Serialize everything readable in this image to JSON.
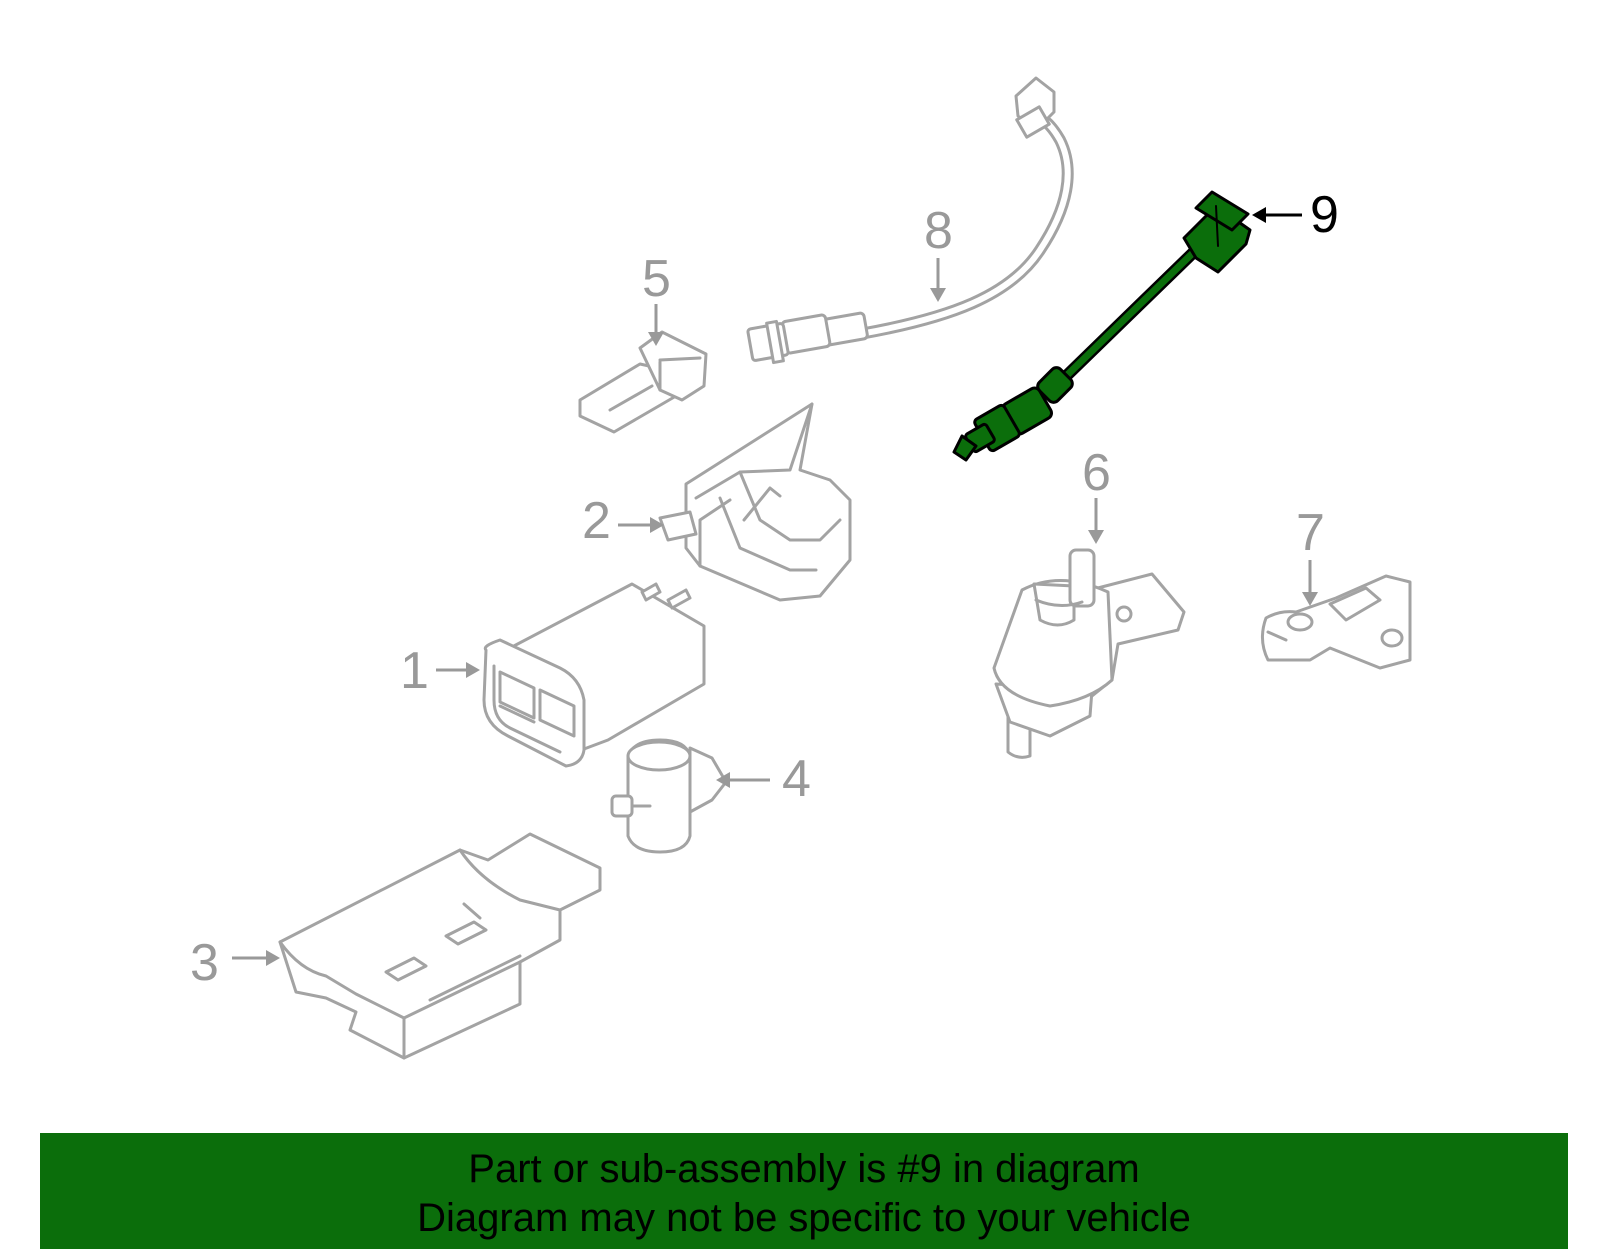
{
  "callouts": {
    "c1": "1",
    "c2": "2",
    "c3": "3",
    "c4": "4",
    "c5": "5",
    "c6": "6",
    "c7": "7",
    "c8": "8",
    "c9": "9"
  },
  "highlighted_part": "9",
  "colors": {
    "highlight": "#0b6e0b",
    "outline": "#a3a3a3",
    "banner": "#0b6e0b"
  },
  "banner": {
    "line1": "Part or sub-assembly is #9 in diagram",
    "line2": "Diagram may not be specific to your vehicle"
  }
}
